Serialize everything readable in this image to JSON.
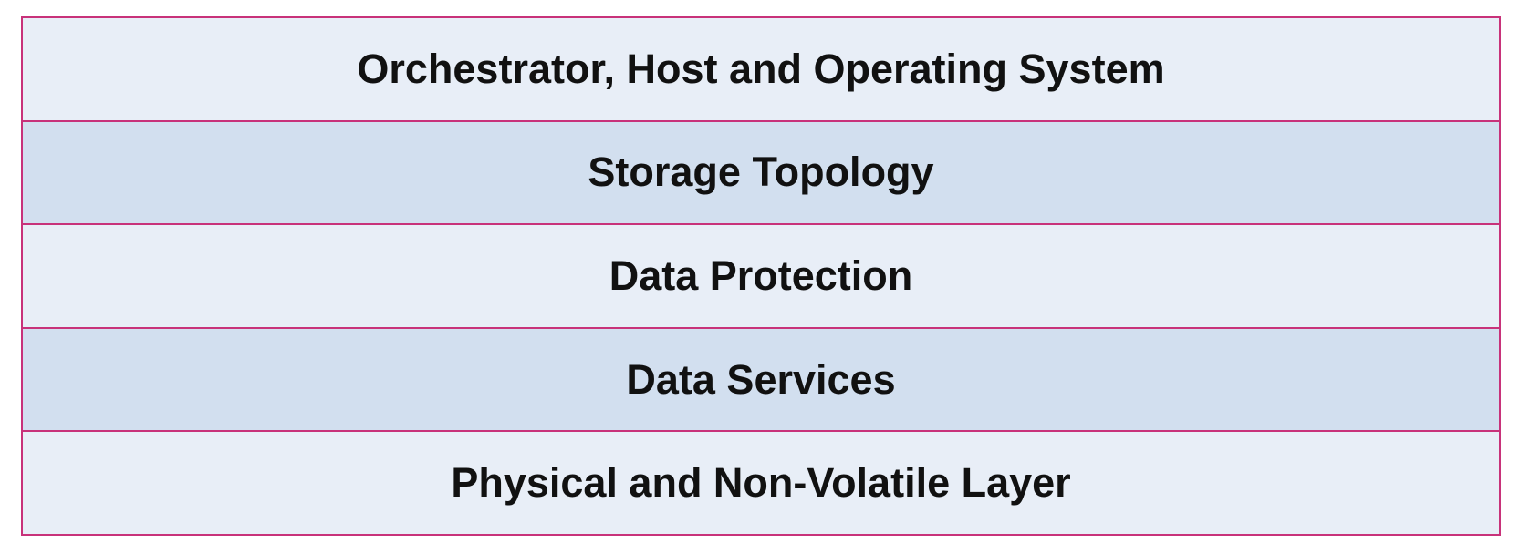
{
  "diagram": {
    "border_color": "#c8327a",
    "layers": [
      {
        "label": "Orchestrator, Host and Operating System",
        "fill": "#e8eef7"
      },
      {
        "label": "Storage Topology",
        "fill": "#d2dfef"
      },
      {
        "label": "Data Protection",
        "fill": "#e8eef7"
      },
      {
        "label": "Data Services",
        "fill": "#d2dfef"
      },
      {
        "label": "Physical and Non-Volatile Layer",
        "fill": "#e8eef7"
      }
    ]
  }
}
